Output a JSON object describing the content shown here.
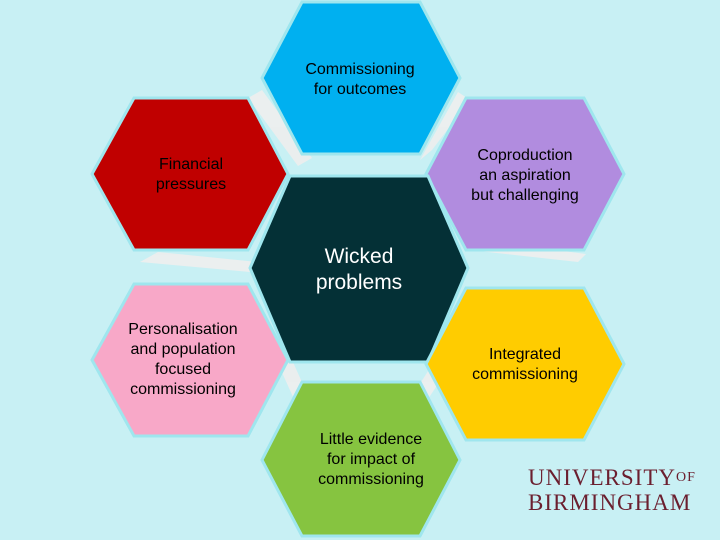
{
  "hexagons": {
    "top": {
      "label_line1": "Commissioning",
      "label_line2": "for outcomes",
      "color": "#00b0f0"
    },
    "top_left": {
      "label_line1": "Financial",
      "label_line2": "pressures",
      "color": "#c00000"
    },
    "top_right": {
      "label_line1": "Coproduction",
      "label_line2": "an aspiration",
      "label_line3": "but challenging",
      "color": "#b18cdf"
    },
    "center": {
      "label_line1": "Wicked",
      "label_line2": "problems",
      "color": "#043036"
    },
    "bottom_left": {
      "label_line1": "Personalisation",
      "label_line2": "and population",
      "label_line3": "focused",
      "label_line4": "commissioning",
      "color": "#f8a8c8"
    },
    "bottom_right": {
      "label_line1": "Integrated",
      "label_line2": "commissioning",
      "color": "#ffcc00"
    },
    "bottom": {
      "label_line1": "Little evidence",
      "label_line2": "for impact of",
      "label_line3": "commissioning",
      "color": "#86c440"
    }
  },
  "logo": {
    "line1": "UNIVERSITY",
    "of": "OF",
    "line2": "BIRMINGHAM"
  }
}
